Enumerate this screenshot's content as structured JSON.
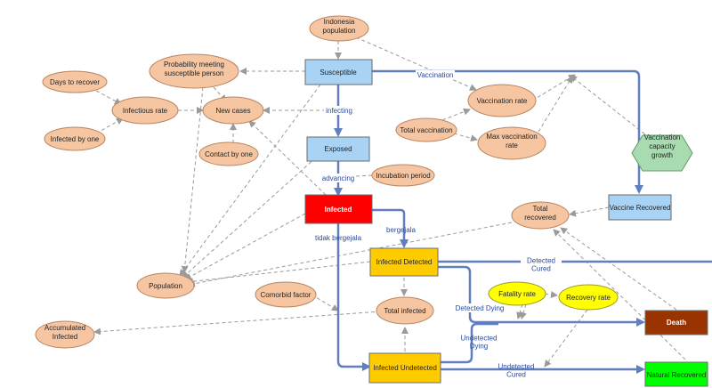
{
  "nodes": {
    "indonesia_population": "Indonesia\npopulation",
    "susceptible": "Susceptible",
    "prob_meeting": "Probability meeting\nsusceptible person",
    "days_to_recover": "Days to recover",
    "infectious_rate": "Infectious rate",
    "new_cases": "New cases",
    "infected_by_one": "Infected by one",
    "contact_by_one": "Contact by one",
    "vaccination_rate": "Vaccination rate",
    "total_vaccination": "Total vaccination",
    "max_vaccination_rate": "Max vaccination\nrate",
    "vaccination_capacity_growth": "Vaccination\ncapacity\ngrowth",
    "exposed": "Exposed",
    "incubation_period": "Incubation period",
    "infected": "Infected",
    "vaccine_recovered": "Vaccine Recovered",
    "total_recovered": "Total\nrecovered",
    "population": "Population",
    "comorbid_factor": "Comorbid factor",
    "infected_detected": "Infected Detected",
    "total_infected": "Total infected",
    "fatality_rate": "Fatality rate",
    "recovery_rate": "Recovery rate",
    "death": "Death",
    "accumulated_infected": "Accumulated\nInfected",
    "infected_undetected": "Infected Undetected",
    "natural_recovered": "Natural Recovered"
  },
  "flows": {
    "vaccination": "Vaccination",
    "infecting": "infecting",
    "advancing": "advancing",
    "bergejala": "bergejala",
    "tidak_bergejala": "tidak bergejala",
    "detected_cured": "Detected\nCured",
    "detected_dying": "Detected Dying",
    "undetected_dying": "Undetected\nDying",
    "undetected_cured": "Undetected\nCured"
  },
  "colors": {
    "stock_blue": "#a9d3f5",
    "infected_red": "#ff0000",
    "stock_yellow": "#ffcc00",
    "death_brown": "#993300",
    "recovered_green": "#00ff00",
    "aux_peach": "#f6c6a2",
    "rate_yellow": "#ffff00",
    "hexagon_green": "#a8dcb0",
    "flow_blue": "#5f7fc0"
  }
}
